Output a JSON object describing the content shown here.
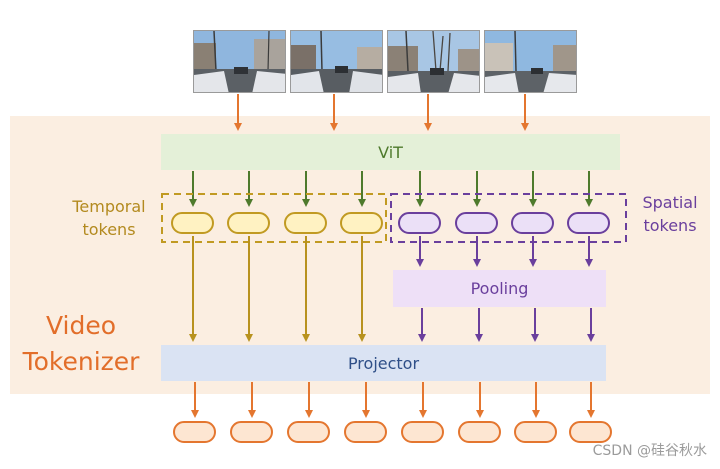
{
  "blocks": {
    "vit": "ViT",
    "pooling": "Pooling",
    "projector": "Projector"
  },
  "labels": {
    "temporal": [
      "Temporal",
      "tokens"
    ],
    "spatial": [
      "Spatial",
      "tokens"
    ],
    "tokenizer": [
      "Video",
      "Tokenizer"
    ]
  },
  "watermark": "CSDN @硅谷秋水",
  "colors": {
    "panel": "#fbeee1",
    "vit": "#e4f0d8",
    "pooling": "#eee0f7",
    "projector": "#dae3f3",
    "temporal_accent": "#c19a22",
    "spatial_accent": "#6a3f9d",
    "orange_accent": "#e4762f",
    "green_accent": "#4e7a2c"
  },
  "icons": [
    "street-scene-photo",
    "street-scene-photo",
    "street-scene-photo",
    "street-scene-photo"
  ]
}
